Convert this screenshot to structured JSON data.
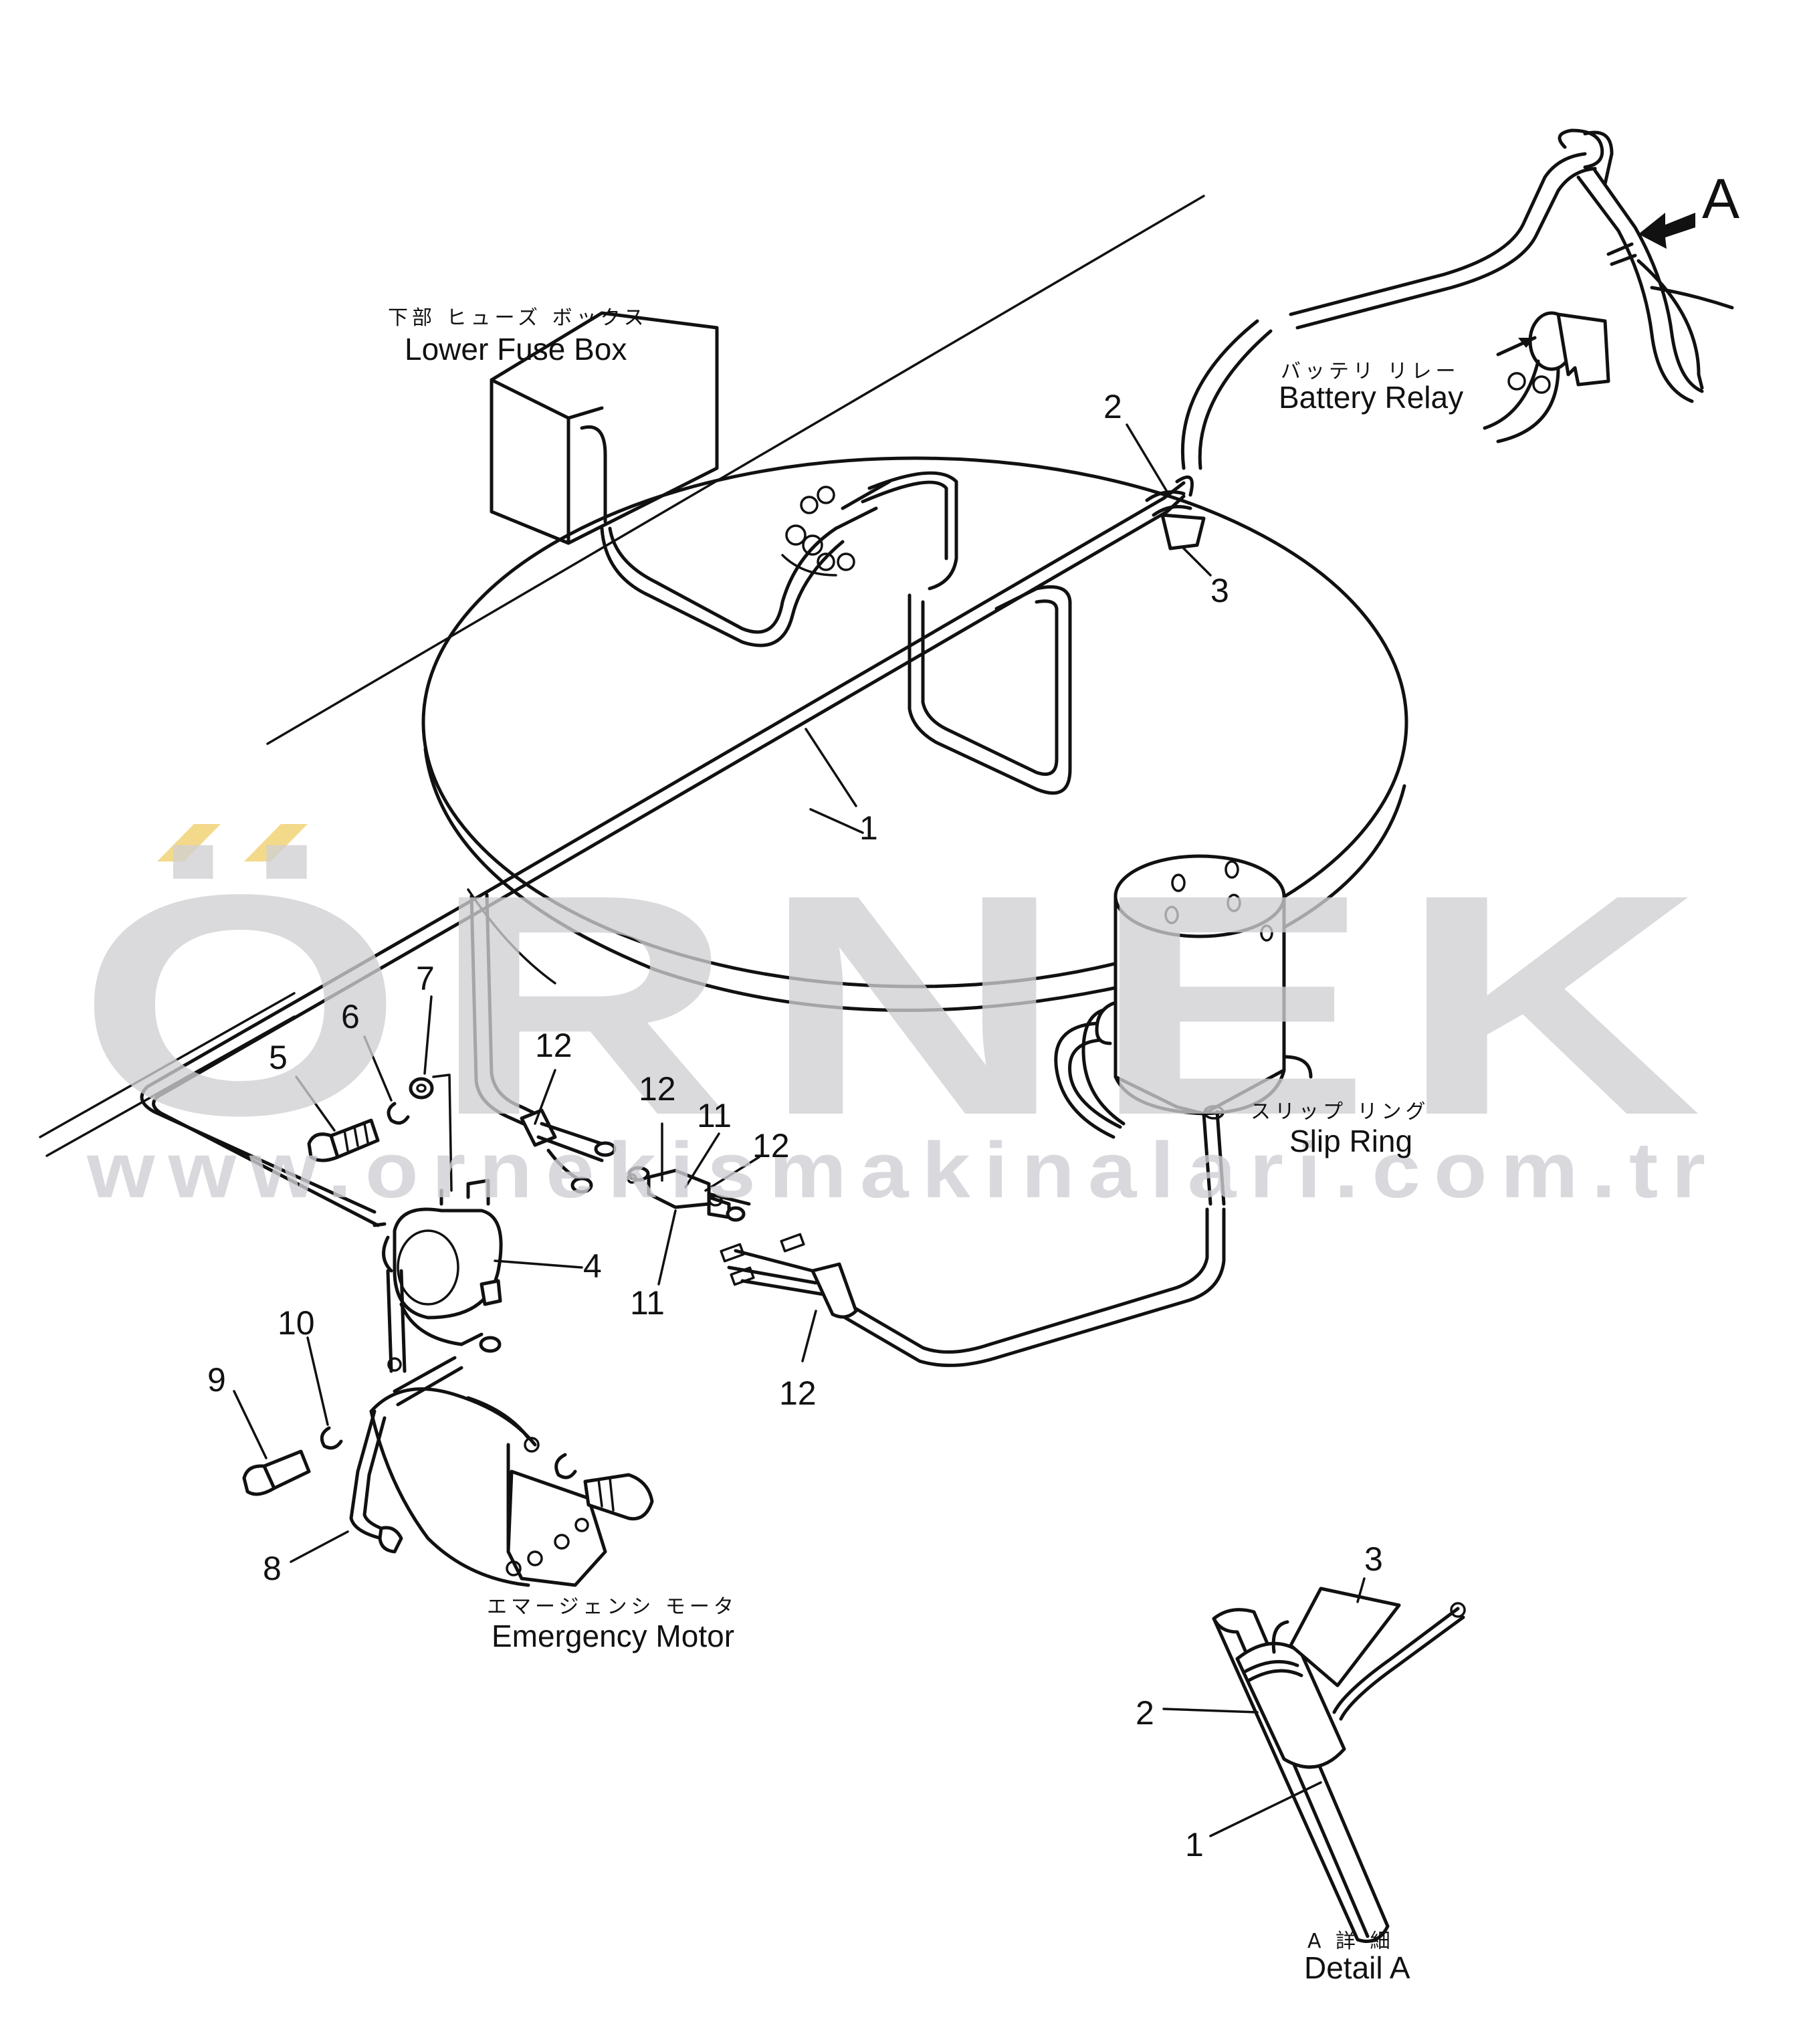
{
  "labels": {
    "lower_fuse_box_jp": "下部 ヒューズ ボックス",
    "lower_fuse_box": "Lower Fuse Box",
    "battery_relay_jp": "バッテリ リレー",
    "battery_relay": "Battery Relay",
    "slip_ring_jp": "スリップ リング",
    "slip_ring": "Slip Ring",
    "emergency_motor_jp": "エマージェンシ モータ",
    "emergency_motor": "Emergency Motor",
    "detail_a_jp": "A 詳 細",
    "detail_a": "Detail A",
    "view_a": "A"
  },
  "callouts": {
    "c1": "1",
    "c2": "2",
    "c3": "3",
    "c4": "4",
    "c5": "5",
    "c6": "6",
    "c7": "7",
    "c8": "8",
    "c9": "9",
    "c10": "10",
    "c11a": "11",
    "c11b": "11",
    "c12a": "12",
    "c12b": "12",
    "c12c": "12",
    "c12d": "12",
    "d1": "1",
    "d2": "2",
    "d3": "3"
  },
  "watermark": {
    "brand": "ÖRNEK",
    "url": "www.ornekismakinalari.com.tr",
    "accent_color": "#f3d98a",
    "gray_color": "#cfcfd4"
  }
}
